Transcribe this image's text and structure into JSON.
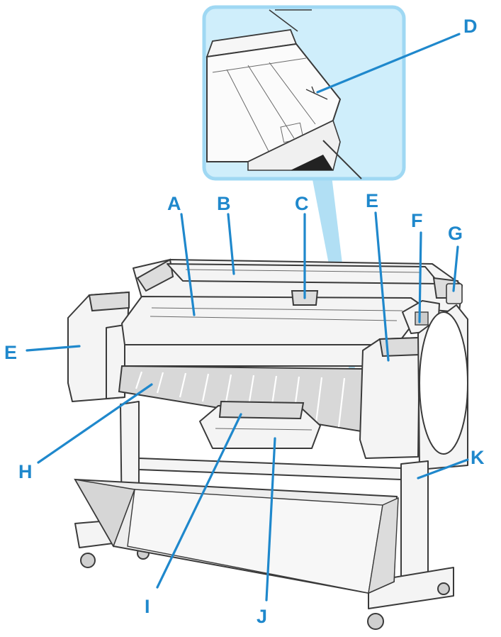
{
  "labels": {
    "A": "A",
    "B": "B",
    "C": "C",
    "D": "D",
    "E": "E",
    "F": "F",
    "G": "G",
    "H": "H",
    "I": "I",
    "J": "J",
    "K": "K"
  },
  "colors": {
    "label": "#1f88cc",
    "callout_fill": "#cfeefb",
    "callout_border": "#9fd8f3",
    "beam": "#a8dcf3"
  }
}
